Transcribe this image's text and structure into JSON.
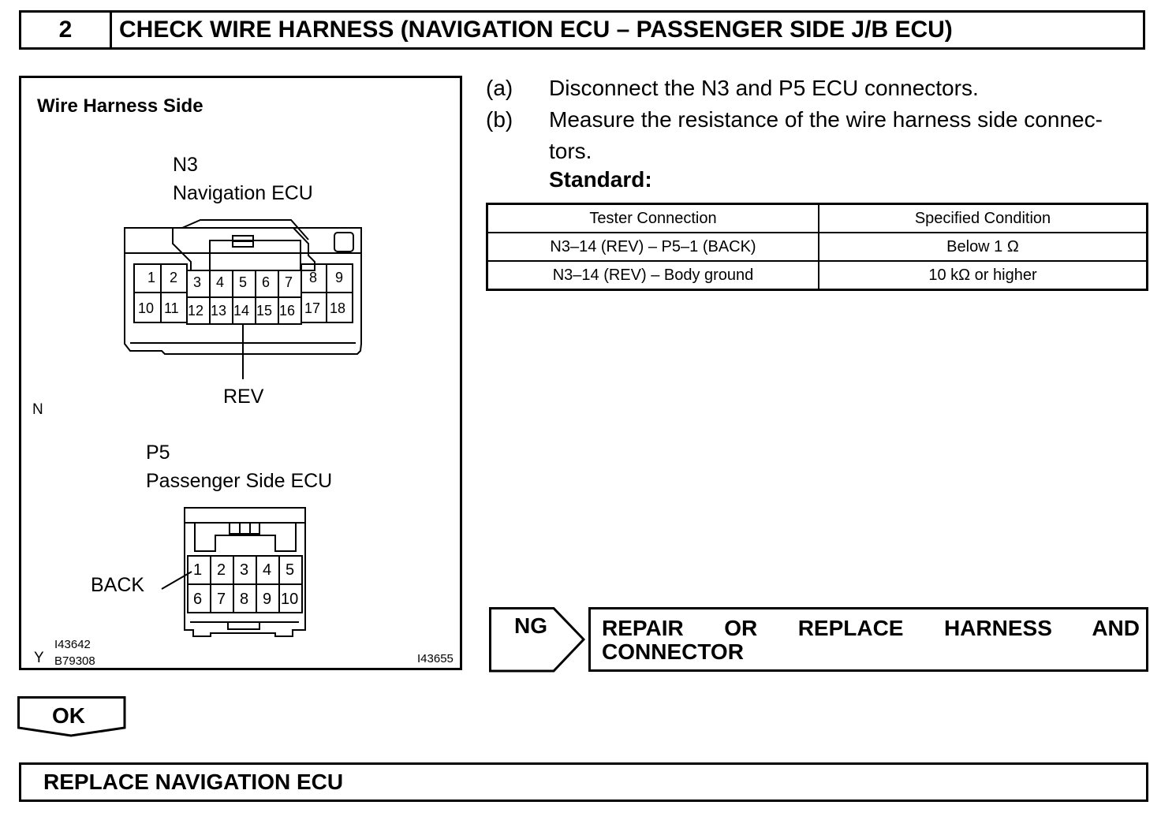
{
  "header": {
    "step_number": "2",
    "title": "CHECK WIRE HARNESS (NAVIGATION ECU – PASSENGER SIDE J/B ECU)"
  },
  "figure": {
    "title": "Wire Harness Side",
    "n3": {
      "connector": "N3",
      "name": "Navigation ECU",
      "pins_top": [
        "1",
        "2",
        "3",
        "4",
        "5",
        "6",
        "7",
        "8",
        "9"
      ],
      "pins_bottom": [
        "10",
        "11",
        "12",
        "13",
        "14",
        "15",
        "16",
        "17",
        "18"
      ],
      "callout": "REV"
    },
    "marker_n": "N",
    "p5": {
      "connector": "P5",
      "name": "Passenger Side ECU",
      "pins_top": [
        "1",
        "2",
        "3",
        "4",
        "5"
      ],
      "pins_bottom": [
        "6",
        "7",
        "8",
        "9",
        "10"
      ],
      "callout": "BACK"
    },
    "marker_y": "Y",
    "code_a": "I43642",
    "code_b": "B79308",
    "code_c": "I43655"
  },
  "steps": [
    {
      "letter": "(a)",
      "text": "Disconnect the N3 and P5 ECU connectors."
    },
    {
      "letter": "(b)",
      "text": "Measure the resistance of the wire harness side connec-",
      "text_cont": "tors."
    }
  ],
  "standard_label": "Standard:",
  "table": {
    "headers": [
      "Tester Connection",
      "Specified Condition"
    ],
    "rows": [
      [
        "N3–14 (REV) – P5–1 (BACK)",
        "Below 1 Ω"
      ],
      [
        "N3–14 (REV) – Body ground",
        "10 kΩ or higher"
      ]
    ]
  },
  "ng": {
    "label": "NG",
    "action_line1": "REPAIR OR REPLACE HARNESS AND",
    "action_line2": "CONNECTOR"
  },
  "ok": {
    "label": "OK"
  },
  "result": "REPLACE NAVIGATION ECU"
}
